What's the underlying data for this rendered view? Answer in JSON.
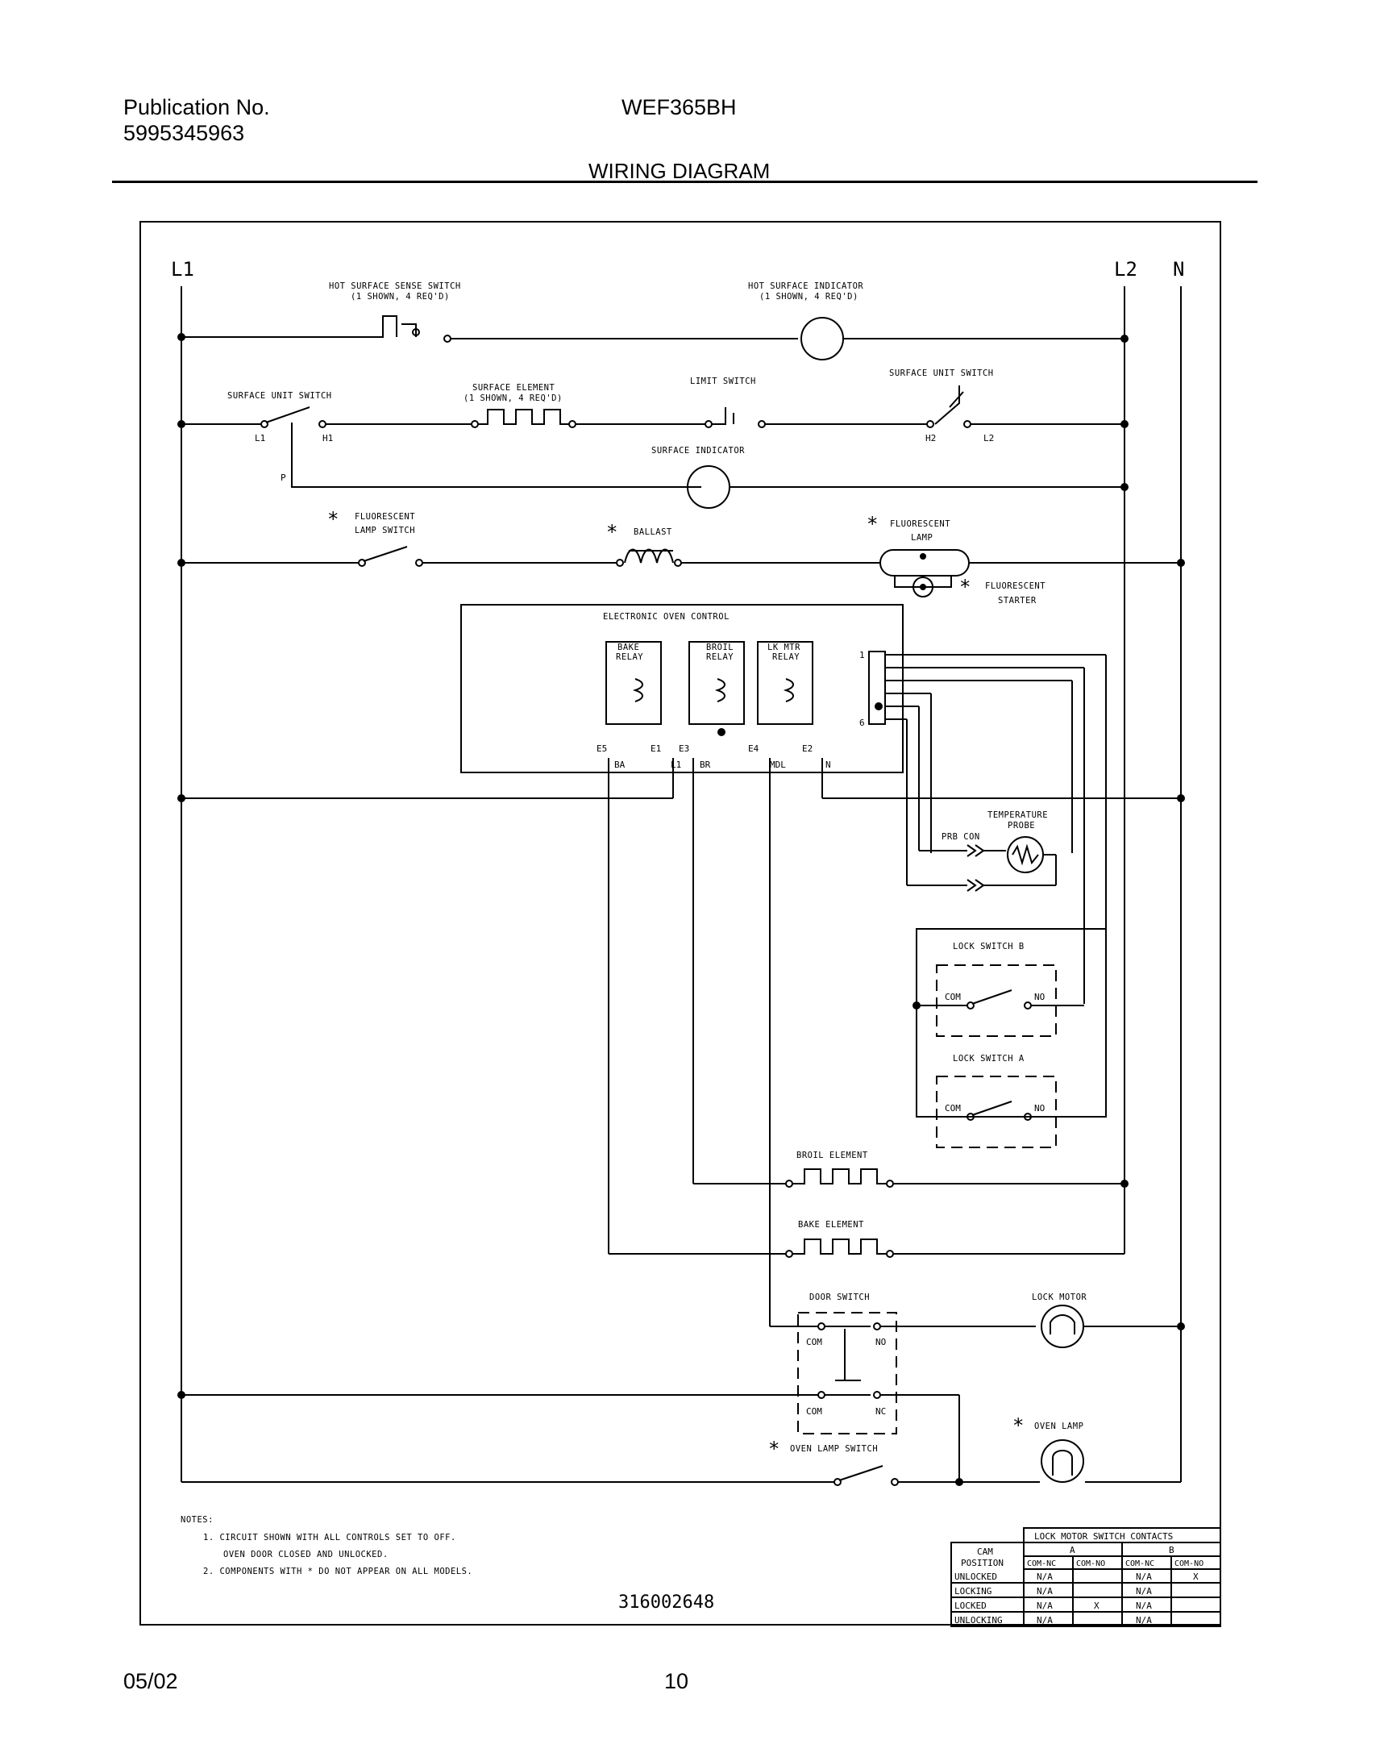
{
  "header": {
    "publication_label": "Publication No.",
    "publication_number": "5995345963",
    "model": "WEF365BH",
    "title": "WIRING DIAGRAM"
  },
  "rails": {
    "l1": "L1",
    "l2": "L2",
    "n": "N"
  },
  "labels": {
    "hot_surface_sense_switch": "HOT SURFACE SENSE SWITCH",
    "hot_surface_sense_qty": "(1 SHOWN, 4 REQ'D)",
    "hot_surface_indicator": "HOT SURFACE INDICATOR",
    "hot_surface_indicator_qty": "(1 SHOWN, 4 REQ'D)",
    "surface_unit_switch_left": "SURFACE UNIT SWITCH",
    "surface_element": "SURFACE ELEMENT",
    "surface_element_qty": "(1 SHOWN, 4 REQ'D)",
    "limit_switch": "LIMIT SWITCH",
    "surface_unit_switch_right": "SURFACE UNIT SWITCH",
    "term_l1": "L1",
    "term_h1": "H1",
    "term_h2": "H2",
    "term_l2": "L2",
    "term_p": "P",
    "surface_indicator": "SURFACE INDICATOR",
    "fluorescent_lamp_switch_1": "FLUORESCENT",
    "fluorescent_lamp_switch_2": "LAMP SWITCH",
    "ballast": "BALLAST",
    "fluorescent_lamp_1": "FLUORESCENT",
    "fluorescent_lamp_2": "LAMP",
    "fluorescent_starter_1": "FLUORESCENT",
    "fluorescent_starter_2": "STARTER",
    "electronic_oven_control": "ELECTRONIC OVEN CONTROL",
    "bake_relay_1": "BAKE",
    "bake_relay_2": "RELAY",
    "broil_relay_1": "BROIL",
    "broil_relay_2": "RELAY",
    "lk_mtr_relay_1": "LK MTR",
    "lk_mtr_relay_2": "RELAY",
    "pin_1": "1",
    "pin_6": "6",
    "e5": "E5",
    "e1": "E1",
    "e3": "E3",
    "e4": "E4",
    "e2": "E2",
    "ba": "BA",
    "l1_term": "L1",
    "br": "BR",
    "mdl": "MDL",
    "n_term": "N",
    "temperature_probe_1": "TEMPERATURE",
    "temperature_probe_2": "PROBE",
    "prb_con": "PRB CON",
    "lock_switch_b": "LOCK SWITCH B",
    "lock_switch_a": "LOCK SWITCH A",
    "com": "COM",
    "no": "NO",
    "nc": "NC",
    "broil_element": "BROIL ELEMENT",
    "bake_element": "BAKE ELEMENT",
    "door_switch": "DOOR SWITCH",
    "lock_motor": "LOCK MOTOR",
    "oven_lamp": "OVEN LAMP",
    "oven_lamp_switch": "OVEN LAMP SWITCH",
    "asterisk": "*"
  },
  "notes": {
    "title": "NOTES:",
    "note1_line1": "1.  CIRCUIT SHOWN WITH ALL CONTROLS SET TO OFF.",
    "note1_line2": "OVEN DOOR CLOSED AND UNLOCKED.",
    "note2": "2.  COMPONENTS WITH * DO NOT APPEAR ON ALL MODELS."
  },
  "part_number": "316002648",
  "lock_table": {
    "title": "LOCK MOTOR SWITCH CONTACTS",
    "cam_position": [
      "CAM",
      "POSITION"
    ],
    "groups": [
      "A",
      "B"
    ],
    "columns": [
      "COM-NC",
      "COM-NO",
      "COM-NC",
      "COM-NO"
    ],
    "rows": [
      {
        "position": "UNLOCKED",
        "cells": [
          "N/A",
          "",
          "N/A",
          "X"
        ]
      },
      {
        "position": "LOCKING",
        "cells": [
          "N/A",
          "",
          "N/A",
          ""
        ]
      },
      {
        "position": "LOCKED",
        "cells": [
          "N/A",
          "X",
          "N/A",
          ""
        ]
      },
      {
        "position": "UNLOCKING",
        "cells": [
          "N/A",
          "",
          "N/A",
          ""
        ]
      }
    ]
  },
  "footer": {
    "date": "05/02",
    "page": "10"
  }
}
